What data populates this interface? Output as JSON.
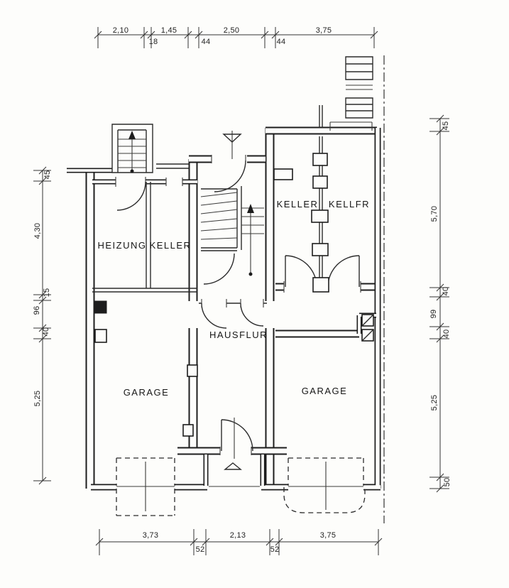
{
  "drawing": {
    "type": "basement floor plan",
    "language": "de",
    "rooms": {
      "heizung": "HEIZUNG",
      "keller_left": "KELLER",
      "keller_right": "KELLER",
      "kellfr": "KELLFR",
      "hausflur": "HAUSFLUR",
      "garage_left": "GARAGE",
      "garage_right": "GARAGE"
    },
    "dims_top": [
      "2,10",
      "18",
      "1,45",
      "44",
      "2,50",
      "44",
      "3,75"
    ],
    "dims_bottom": [
      "3,73",
      "52",
      "2,13",
      "52",
      "3,75"
    ],
    "dims_left": [
      "45",
      "4,30",
      "15",
      "96",
      "40",
      "5,25"
    ],
    "dims_right": [
      "45",
      "5,70",
      "40",
      "99",
      "40",
      "5,25",
      "50"
    ],
    "colors": {
      "line": "#1d1d1d",
      "paper": "#fdfdfb"
    }
  }
}
